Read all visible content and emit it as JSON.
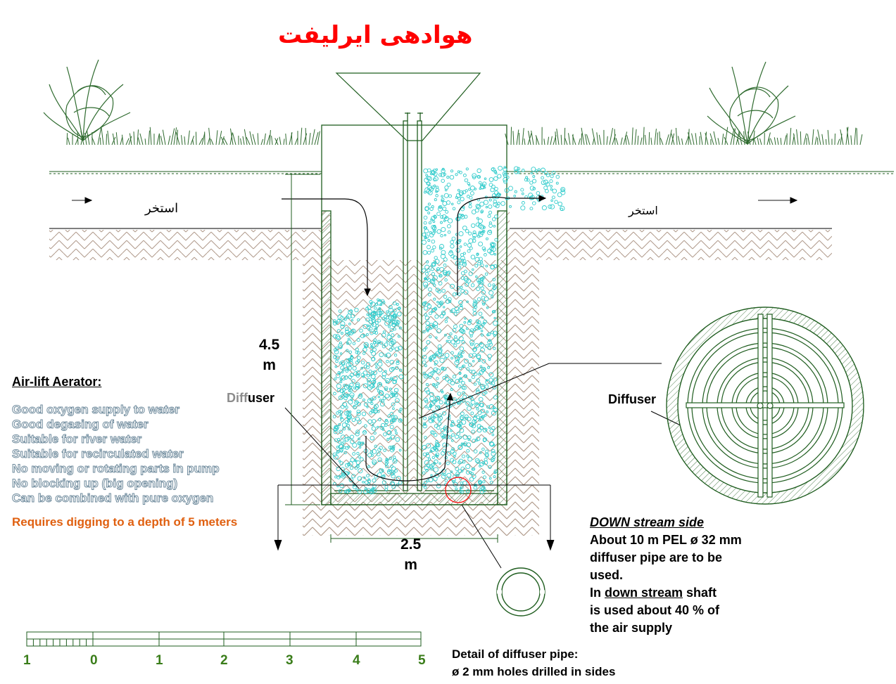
{
  "title": "هوادهی ایرلیفت",
  "pond_label_left": "استخر",
  "pond_label_right": "استخر",
  "depth_dimension": {
    "value": "4.5",
    "unit": "m"
  },
  "width_dimension": {
    "value": "2.5",
    "unit": "m"
  },
  "diffuser_label_left": {
    "part1": "Diff",
    "part2": "user"
  },
  "diffuser_label_right": "Diffuser",
  "features": {
    "heading": "Air-lift Aerator:",
    "items": [
      "Good oxygen supply to water",
      "Good degasing of water",
      "Suitable for river water",
      "Suitable for recirculated water",
      "No moving or rotating parts in pump",
      "No blocking up (big opening)",
      "Can be combined with pure oxygen"
    ],
    "requirement": "Requires digging to a depth of 5 meters"
  },
  "downstream": {
    "heading": "DOWN stream side",
    "line1": "About 10 m PEL ø 32 mm",
    "line2": "diffuser pipe are to be",
    "line3": "used.",
    "line4_pre": "In ",
    "line4_u": "down stream",
    "line4_post": " shaft",
    "line5": "is used about 40 % of",
    "line6": "the air supply"
  },
  "detail": {
    "line1": "Detail of diffuser pipe:",
    "line2": "ø 2 mm holes drilled in sides"
  },
  "scale_labels": [
    "1",
    "0",
    "1",
    "2",
    "3",
    "4",
    "5"
  ],
  "colors": {
    "outline": "#1f5d1f",
    "bubbles": "#33cccc",
    "soil": "#b09a8a",
    "title": "#ff0000",
    "scale": "#3a7d1a",
    "requirement": "#e06010"
  }
}
